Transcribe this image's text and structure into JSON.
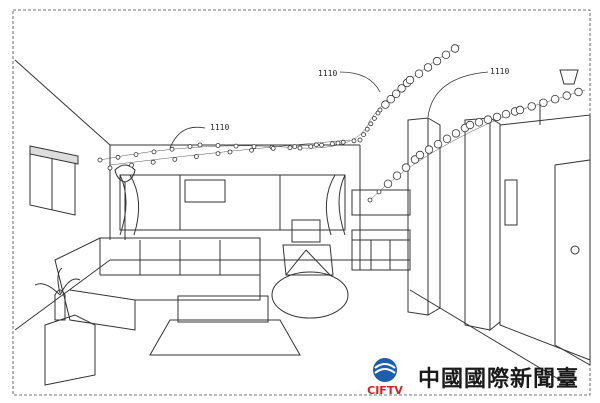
{
  "labels": {
    "ref_a": "1110",
    "ref_b": "1110",
    "ref_c": "1110"
  },
  "watermark": {
    "brand_name": "中國國際新聞臺",
    "logo_text": "CIFTV",
    "logo_color": "#1b5fae",
    "logo_accent": "#d32020"
  },
  "colors": {
    "line": "#333333",
    "paper": "#ffffff"
  }
}
